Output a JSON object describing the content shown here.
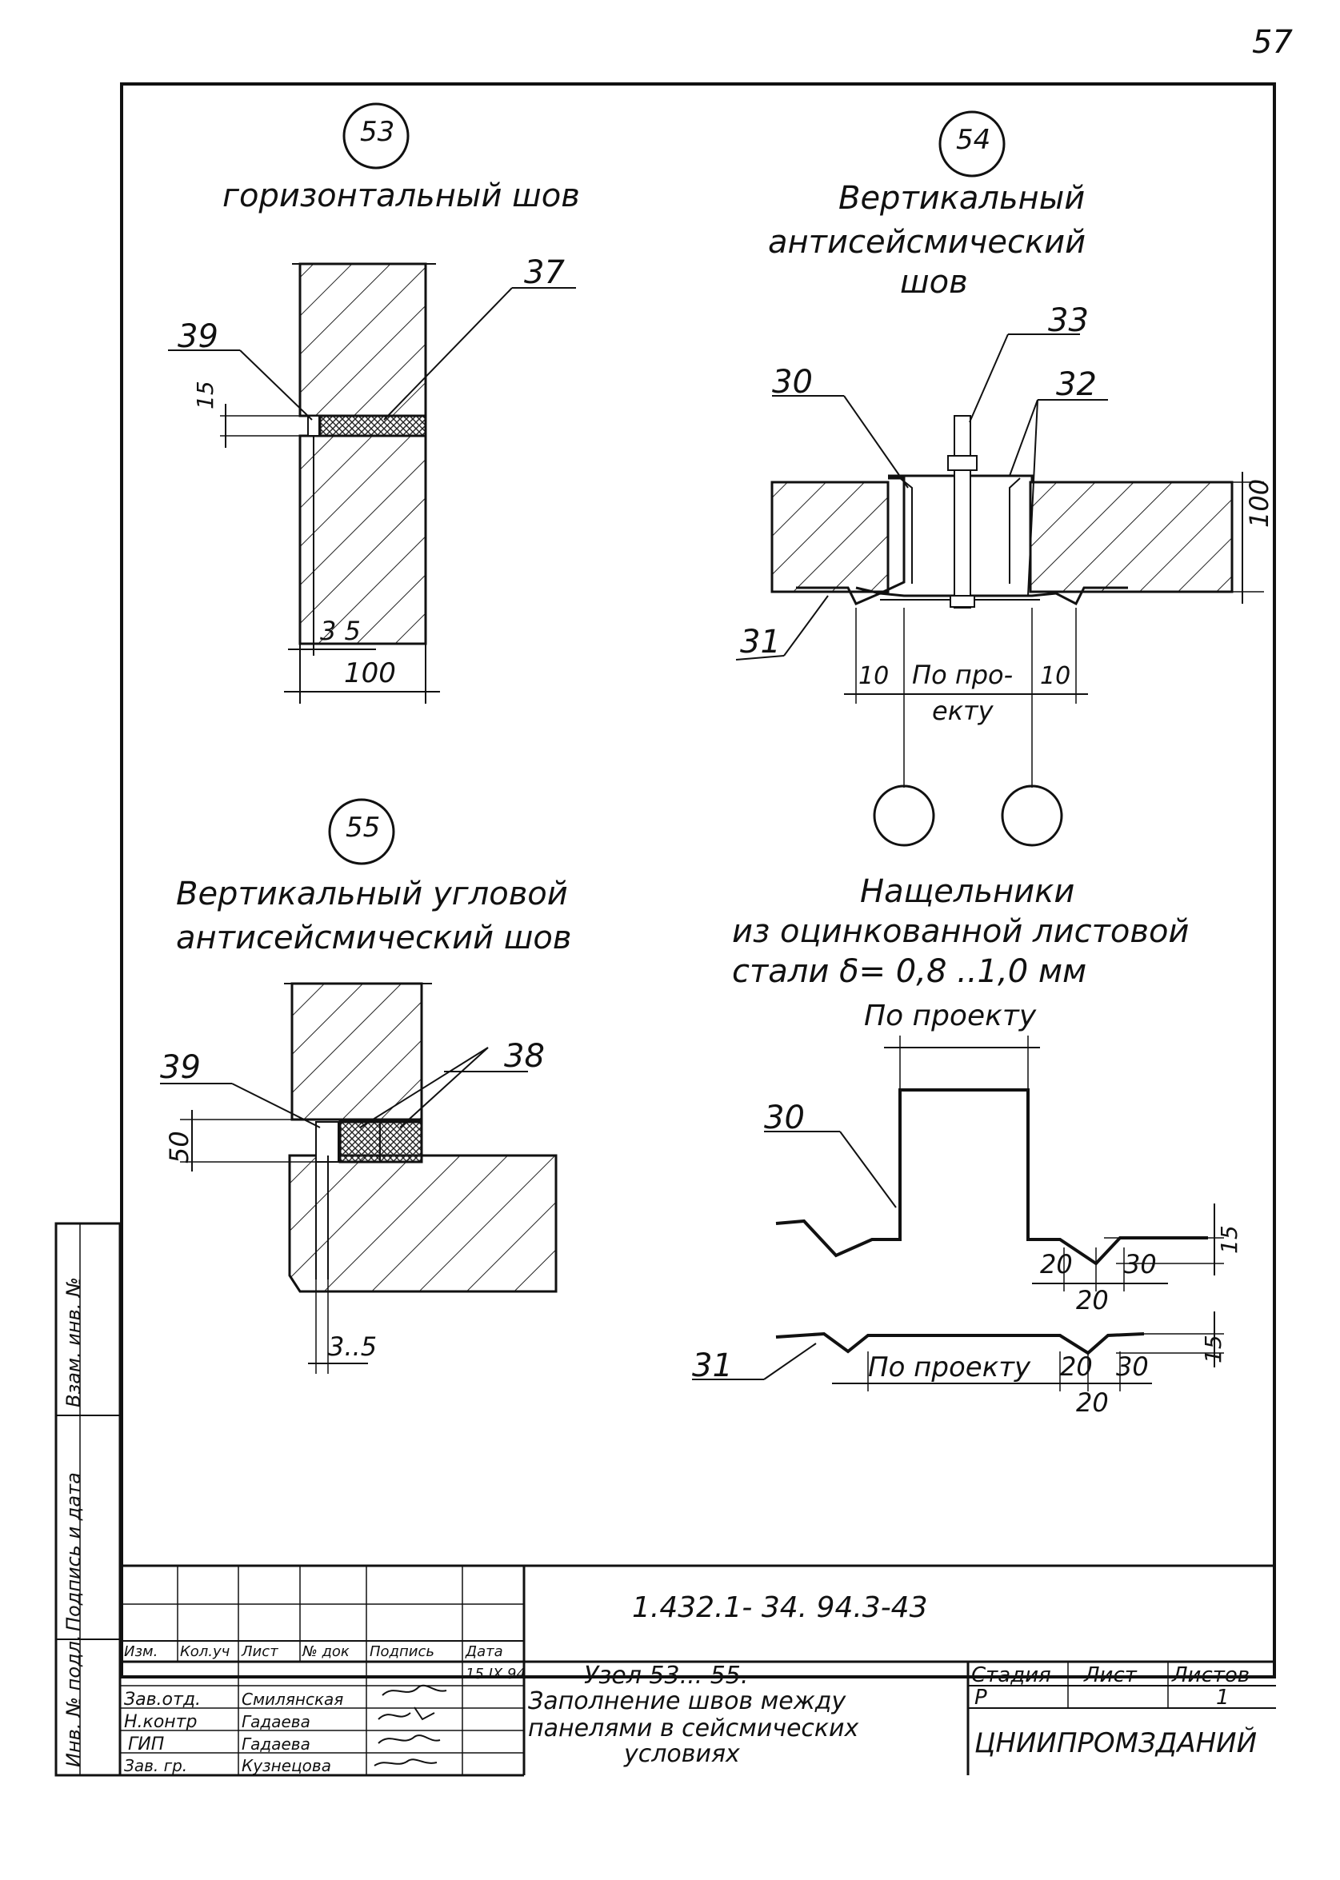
{
  "page_number": "57",
  "details": {
    "d53": {
      "marker": "53",
      "title": "горизонтальный шов",
      "labels": [
        "37",
        "39"
      ],
      "dims": [
        "15",
        "3  5",
        "100"
      ]
    },
    "d54": {
      "marker": "54",
      "title_lines": [
        "Вертикальный",
        "антисейсмический",
        "шов"
      ],
      "labels": [
        "33",
        "32",
        "30",
        "31"
      ],
      "dims": [
        "100",
        "10",
        "По про-",
        "екту",
        "10"
      ]
    },
    "d55": {
      "marker": "55",
      "title_lines": [
        "Вертикальный угловой",
        "антисейсмический шов"
      ],
      "labels": [
        "39",
        "38"
      ],
      "dims": [
        "50",
        "3..5"
      ]
    },
    "flashing": {
      "title_lines": [
        "Нащельники",
        "из оцинкованной листовой",
        "стали δ= 0,8 ..1,0 мм"
      ],
      "top_dim": "По проекту",
      "labels": [
        "30",
        "31"
      ],
      "dims_top": [
        "15",
        "20",
        "30",
        "20"
      ],
      "dims_bottom": [
        "15",
        "По проекту",
        "20",
        "30",
        "20"
      ]
    }
  },
  "side_stamp": [
    "Инв. № подл.",
    "Подпись и дата",
    "Взам. инв. №"
  ],
  "title_block": {
    "doc_code": "1.432.1- 34. 94.3-43",
    "col_headers": [
      "Изм.",
      "Кол.уч",
      "Лист",
      "№ док",
      "Подпись",
      "Дата"
    ],
    "date": "15 IX.94",
    "rows": [
      {
        "role": "Зав.отд.",
        "name": "Смилянская"
      },
      {
        "role": "Н.контр",
        "name": "Гадаева"
      },
      {
        "role": "ГИП",
        "name": "Гадаева"
      },
      {
        "role": "Зав. гр.",
        "name": "Кузнецова"
      }
    ],
    "description": [
      "Узел 53... 55.",
      "Заполнение швов между",
      "панелями в сейсмических",
      "условиях"
    ],
    "stage_header": "Стадия",
    "sheet_header": "Лист",
    "sheets_header": "Листов",
    "stage": "Р",
    "sheets": "1",
    "organization": "ЦНИИПРОМЗДАНИЙ"
  }
}
